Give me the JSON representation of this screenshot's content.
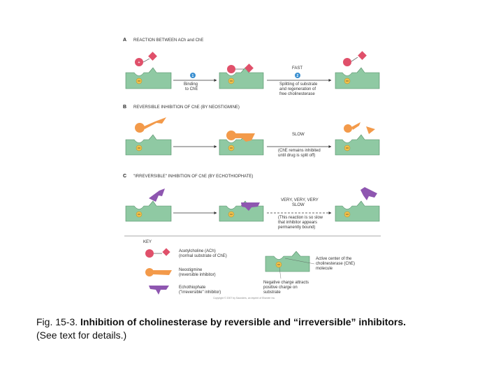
{
  "section_a": {
    "letter": "A",
    "title": "REACTION BETWEEN ACh and ChE",
    "step1_num": "1",
    "step1_line1": "Binding",
    "step1_line2": "to ChE",
    "step2_num": "2",
    "step2_speed": "FAST",
    "step2_line1": "Splitting of substrate",
    "step2_line2": "and regeneration of",
    "step2_line3": "free cholinesterase"
  },
  "section_b": {
    "letter": "B",
    "title": "REVERSIBLE INHIBITION OF ChE (BY NEOSTIGMINE)",
    "speed": "SLOW",
    "note_line1": "(ChE remains inhibited",
    "note_line2": "until drug is split off)"
  },
  "section_c": {
    "letter": "C",
    "title": "\"IRREVERSIBLE\" INHIBITION OF ChE (BY ECHOTHIOPHATE)",
    "speed_line1": "VERY, VERY, VERY",
    "speed_line2": "SLOW",
    "note_line1": "(This reaction is so slow",
    "note_line2": "that inhibitor appears",
    "note_line3": "permanently bound)"
  },
  "key": {
    "title": "KEY",
    "ach_line1": "Acetylcholine (ACh)",
    "ach_line2": "(normal substrate of ChE)",
    "neo_line1": "Neostigmine",
    "neo_line2": "(reversible inhibitor)",
    "echo_line1": "Echothiophate",
    "echo_line2": "(\"irreversible\" inhibitor)",
    "active_line1": "Active center of the",
    "active_line2": "cholinesterase (ChE)",
    "active_line3": "molecule",
    "neg_line1": "Negative charge attracts",
    "neg_line2": "positive charge on",
    "neg_line3": "substrate",
    "copyright": "Copyright © 2007 by Saunders, an imprint of Elsevier Inc."
  },
  "caption": {
    "prefix": "Fig. 15-3. ",
    "bold": "Inhibition of cholinesterase by reversible and “irreversible” inhibitors.",
    "line2": "(See text for details.)"
  },
  "colors": {
    "enzyme": "#8fc9a3",
    "enzyme_stroke": "#4f8a63",
    "ach": "#e0506a",
    "neostigmine": "#f39a4a",
    "echothiophate": "#8e56b0",
    "negative": "#f2c14a",
    "marker": "#3a8fd0"
  }
}
